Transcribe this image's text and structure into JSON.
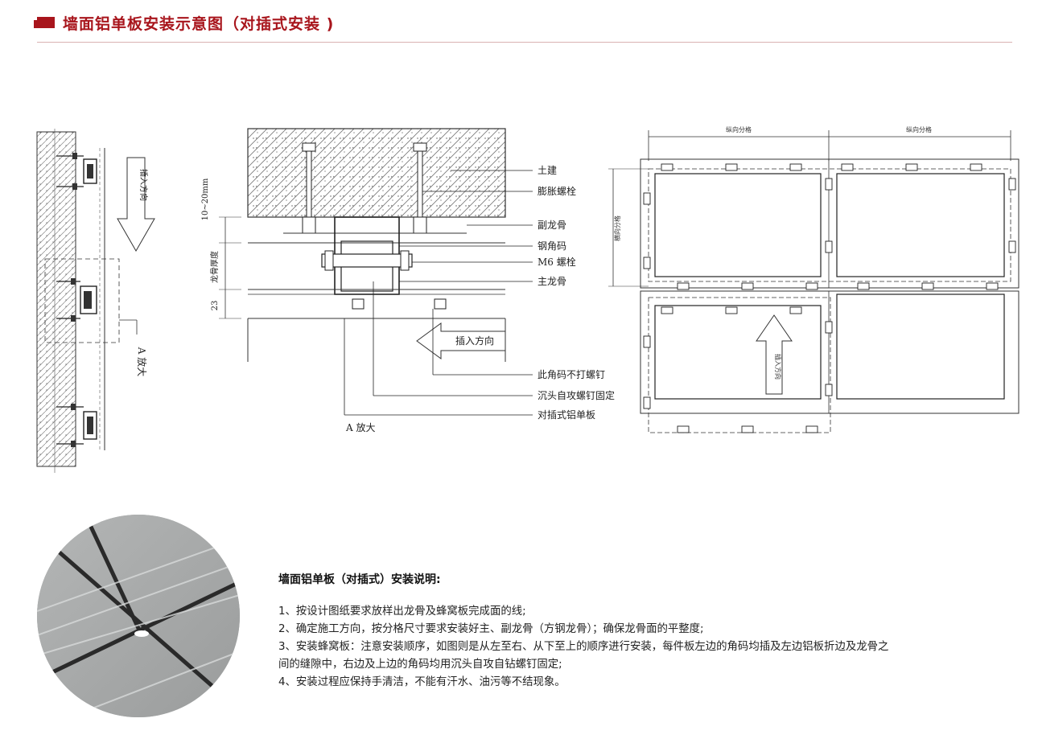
{
  "header": {
    "title": "墙面铝单板安装示意图（对插式安装 )",
    "accent_color": "#a8151c"
  },
  "left_section": {
    "insert_direction": "插入方向",
    "enlarge_label": "A 放大"
  },
  "middle_section": {
    "dim_gap": "10~20mm",
    "dim_keel": "龙骨厚度",
    "dim_23": "23",
    "callouts": {
      "civil": "土建",
      "expansion_bolt": "膨胀螺栓",
      "secondary_keel": "副龙骨",
      "steel_angle": "钢角码",
      "m6_bolt": "M6 螺栓",
      "main_keel": "主龙骨",
      "no_screw": "此角码不打螺钉",
      "countersunk": "沉头自攻螺钉固定",
      "panel": "对插式铝单板"
    },
    "insert_direction": "插入方向",
    "enlarge_label": "A 放大"
  },
  "right_section": {
    "grid_top_left": "纵向分格",
    "grid_top_right": "纵向分格",
    "grid_side": "横向分格",
    "insert_direction": "插入方向"
  },
  "instructions": {
    "title": "墙面铝单板（对插式）安装说明:",
    "lines": [
      "1、按设计图纸要求放样出龙骨及蜂窝板完成面的线;",
      "2、确定施工方向，按分格尺寸要求安装好主、副龙骨（方钢龙骨）；确保龙骨面的平整度;",
      "3、安装蜂窝板：注意安装顺序，如图则是从左至右、从下至上的顺序进行安装，每件板左边的角码均插及左边铝板折边及龙骨之",
      "间的缝隙中，右边及上边的角码均用沉头自攻自钻螺钉固定;",
      "4、安装过程应保持手清洁，不能有汗水、油污等不结现象。"
    ]
  }
}
